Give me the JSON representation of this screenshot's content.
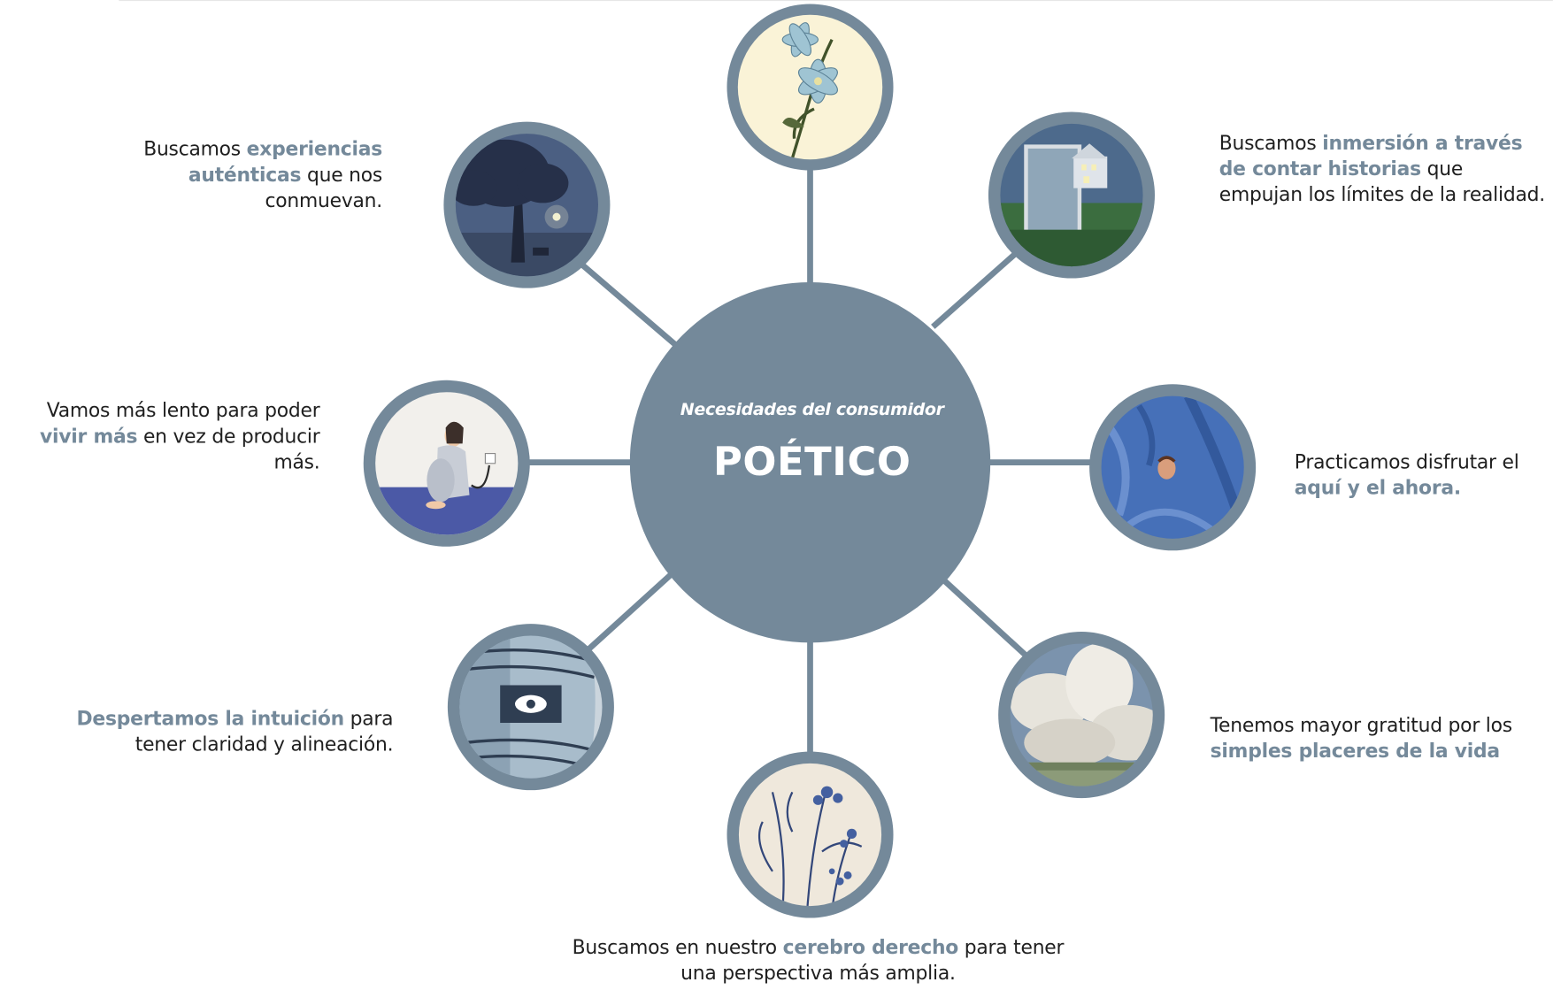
{
  "colors": {
    "hub": "#74899a",
    "ring": "#74899a",
    "connector": "#74899a",
    "highlight": "#74899a",
    "text": "#1f1f1f"
  },
  "hub": {
    "subtitle": "Necesidades del consumidor",
    "title": "POÉTICO"
  },
  "nodes": [
    {
      "id": "top",
      "icon": "flower-illustration-icon",
      "caption": []
    },
    {
      "id": "upper-left",
      "icon": "moonlit-tree-icon",
      "caption": [
        {
          "t": "Buscamos "
        },
        {
          "t": "experiencias auténticas",
          "hl": true
        },
        {
          "t": " que nos conmuevan."
        }
      ]
    },
    {
      "id": "upper-right",
      "icon": "window-house-icon",
      "caption": [
        {
          "t": "Buscamos "
        },
        {
          "t": "inmersión a través de contar historias",
          "hl": true
        },
        {
          "t": " que empujan los límites de la realidad."
        }
      ]
    },
    {
      "id": "left",
      "icon": "woman-unplugged-icon",
      "caption": [
        {
          "t": "Vamos más lento para poder "
        },
        {
          "t": "vivir más",
          "hl": true
        },
        {
          "t": " en vez de producir más."
        }
      ]
    },
    {
      "id": "right",
      "icon": "blue-fabric-face-icon",
      "caption": [
        {
          "t": "Practicamos disfrutar el "
        },
        {
          "t": "aquí y el ahora.",
          "hl": true
        }
      ]
    },
    {
      "id": "lower-left",
      "icon": "eye-hands-icon",
      "caption": [
        {
          "t": "Despertamos la intuición",
          "hl": true
        },
        {
          "t": " para tener claridad y alineación."
        }
      ]
    },
    {
      "id": "lower-right",
      "icon": "clouds-landscape-icon",
      "caption": [
        {
          "t": "Tenemos mayor gratitud por los "
        },
        {
          "t": "simples placeres de la vida",
          "hl": true
        }
      ]
    },
    {
      "id": "bottom",
      "icon": "botanical-sketch-icon",
      "caption": [
        {
          "t": "Buscamos en nuestro "
        },
        {
          "t": "cerebro derecho",
          "hl": true
        },
        {
          "t": " para tener una perspectiva más amplia."
        }
      ]
    }
  ]
}
